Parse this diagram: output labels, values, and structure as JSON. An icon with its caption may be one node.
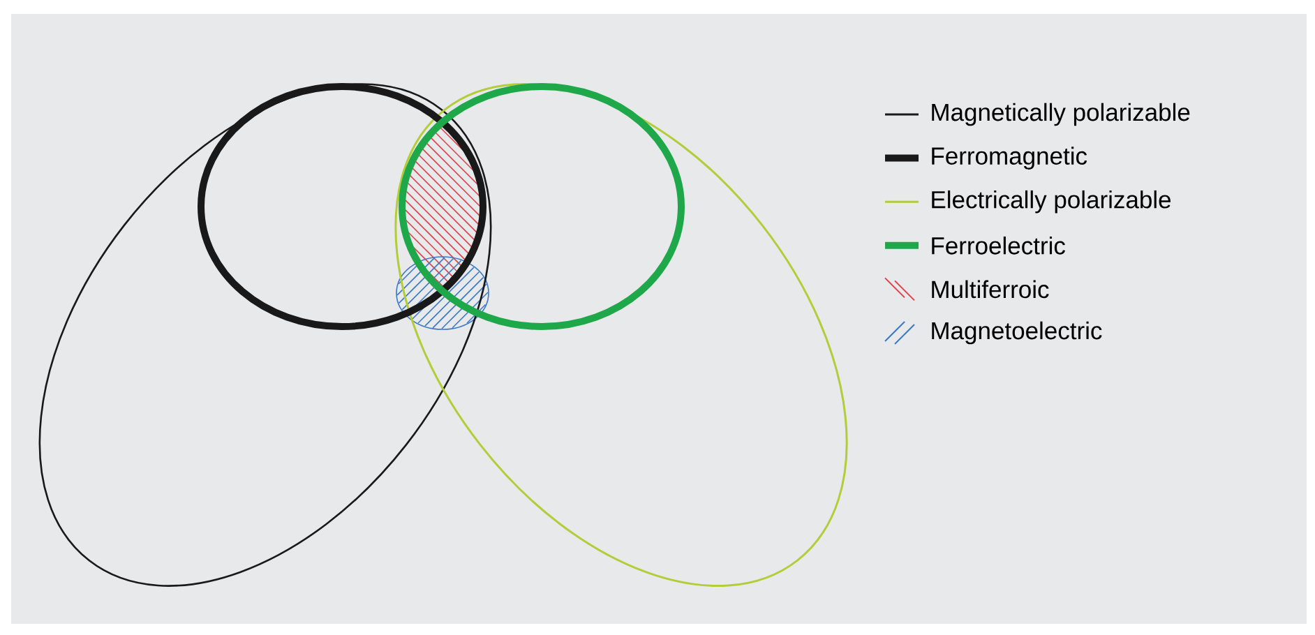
{
  "diagram": {
    "legend": [
      {
        "text": "Magnetically polarizable"
      },
      {
        "text": "Ferromagnetic"
      },
      {
        "text": "Electrically polarizable"
      },
      {
        "text": "Ferroelectric"
      },
      {
        "text": "Multiferroic"
      },
      {
        "text": "Magnetoelectric"
      }
    ]
  }
}
